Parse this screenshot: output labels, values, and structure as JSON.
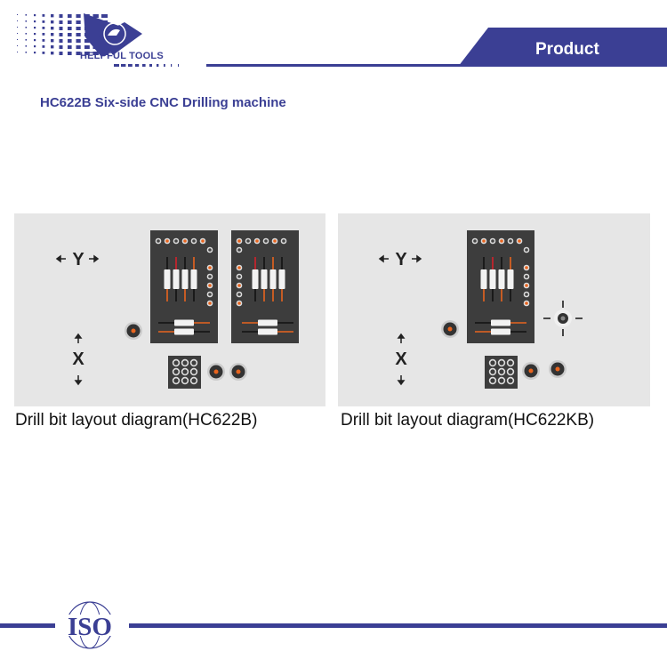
{
  "header": {
    "brand": "HELPFUL TOOLS",
    "section": "Product"
  },
  "title": "HC622B Six-side CNC Drilling machine",
  "diagrams": [
    {
      "caption": "Drill bit layout diagram(HC622B)",
      "axis_y": "Y",
      "axis_x": "X"
    },
    {
      "caption": "Drill bit layout diagram(HC622KB)",
      "axis_y": "Y",
      "axis_x": "X"
    }
  ],
  "footer": {
    "logo": "ISO"
  },
  "colors": {
    "brand": "#3b3f94",
    "panel": "#e6e6e6",
    "block": "#3d3d3d",
    "orange": "#e8641e",
    "red": "#d4202a"
  }
}
